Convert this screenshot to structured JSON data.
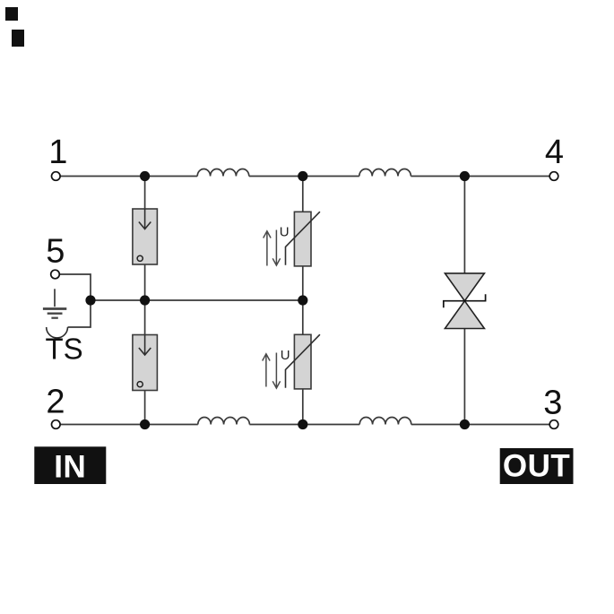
{
  "diagram": {
    "type": "surge-protection-circuit-schematic",
    "terminals": [
      {
        "id": "1",
        "label": "1"
      },
      {
        "id": "2",
        "label": "2"
      },
      {
        "id": "3",
        "label": "3"
      },
      {
        "id": "4",
        "label": "4"
      },
      {
        "id": "5",
        "label": "5"
      }
    ],
    "ground": {
      "label": "TS"
    },
    "varistors": [
      {
        "label": "U"
      },
      {
        "label": "U"
      }
    ],
    "ports": {
      "in_label": "IN",
      "out_label": "OUT"
    },
    "components": {
      "inductors": "4 series inductors on line 1-4 and line 2-3",
      "gas_discharge_tubes": "2 arresters between lines and earth rail",
      "varistors": "2 voltage-dependent resistors between lines and earth rail",
      "suppressor_diode": "1 bidirectional suppressor diode between line 4 and line 3"
    },
    "colors": {
      "wire": "#3a3a3a",
      "component_fill": "#d4d4d4",
      "label_box_bg": "#111111",
      "label_box_text": "#ffffff",
      "text": "#111111"
    }
  }
}
